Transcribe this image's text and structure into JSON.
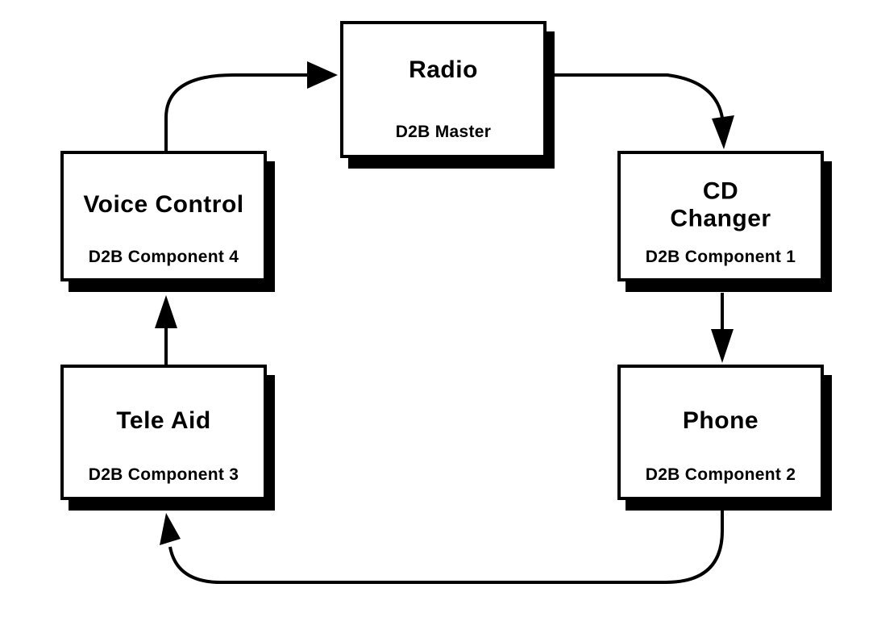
{
  "diagram": {
    "type": "ring-network-block-diagram",
    "nodes": [
      {
        "id": "radio",
        "title": "Radio",
        "subtitle": "D2B Master"
      },
      {
        "id": "voice-control",
        "title": "Voice Control",
        "subtitle": "D2B Component 4"
      },
      {
        "id": "cd-changer",
        "title": "CD\nChanger",
        "subtitle": "D2B Component 1"
      },
      {
        "id": "tele-aid",
        "title": "Tele Aid",
        "subtitle": "D2B Component 3"
      },
      {
        "id": "phone",
        "title": "Phone",
        "subtitle": "D2B Component 2"
      }
    ],
    "edges": [
      {
        "from": "voice-control",
        "to": "radio"
      },
      {
        "from": "radio",
        "to": "cd-changer"
      },
      {
        "from": "cd-changer",
        "to": "phone"
      },
      {
        "from": "phone",
        "to": "tele-aid"
      },
      {
        "from": "tele-aid",
        "to": "voice-control"
      }
    ],
    "colors": {
      "line": "#000000",
      "box_fill": "#ffffff",
      "box_border": "#000000",
      "shadow": "#000000",
      "background": "#ffffff"
    }
  }
}
